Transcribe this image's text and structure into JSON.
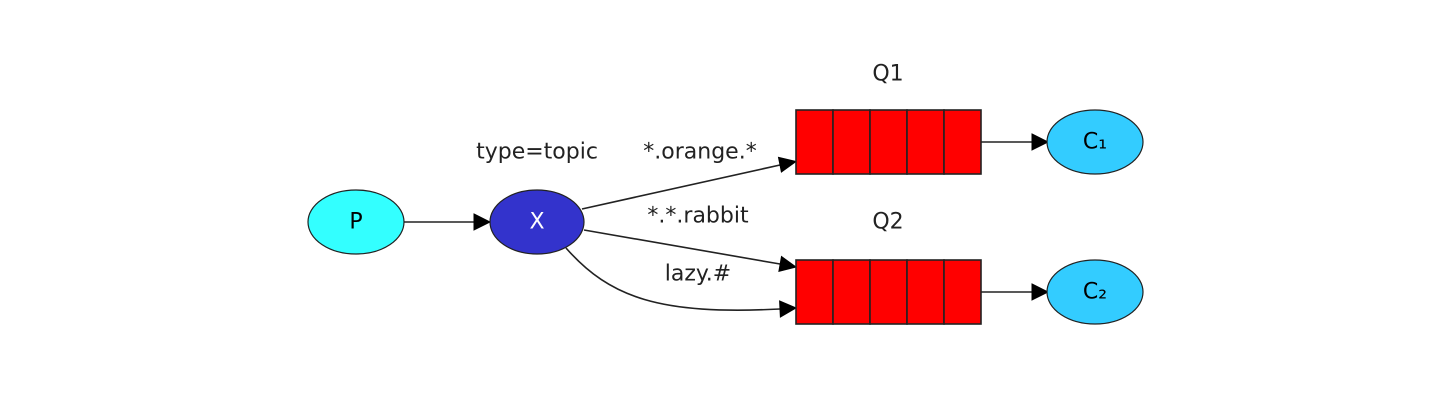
{
  "exchange": {
    "label": "X",
    "type_label": "type=topic",
    "color": "#3333cc",
    "text_color": "#ffffff"
  },
  "producer": {
    "label": "P",
    "color": "#33ffff",
    "text_color": "#000000"
  },
  "queues": [
    {
      "label": "Q1",
      "slots": 5,
      "color": "#ff0000"
    },
    {
      "label": "Q2",
      "slots": 5,
      "color": "#ff0000"
    }
  ],
  "consumers": [
    {
      "label": "C₁",
      "color": "#33ccff",
      "text_color": "#000000"
    },
    {
      "label": "C₂",
      "color": "#33ccff",
      "text_color": "#000000"
    }
  ],
  "bindings": [
    {
      "key": "*.orange.*",
      "queue": "Q1"
    },
    {
      "key": "*.*.rabbit",
      "queue": "Q2"
    },
    {
      "key": "lazy.#",
      "queue": "Q2"
    }
  ]
}
